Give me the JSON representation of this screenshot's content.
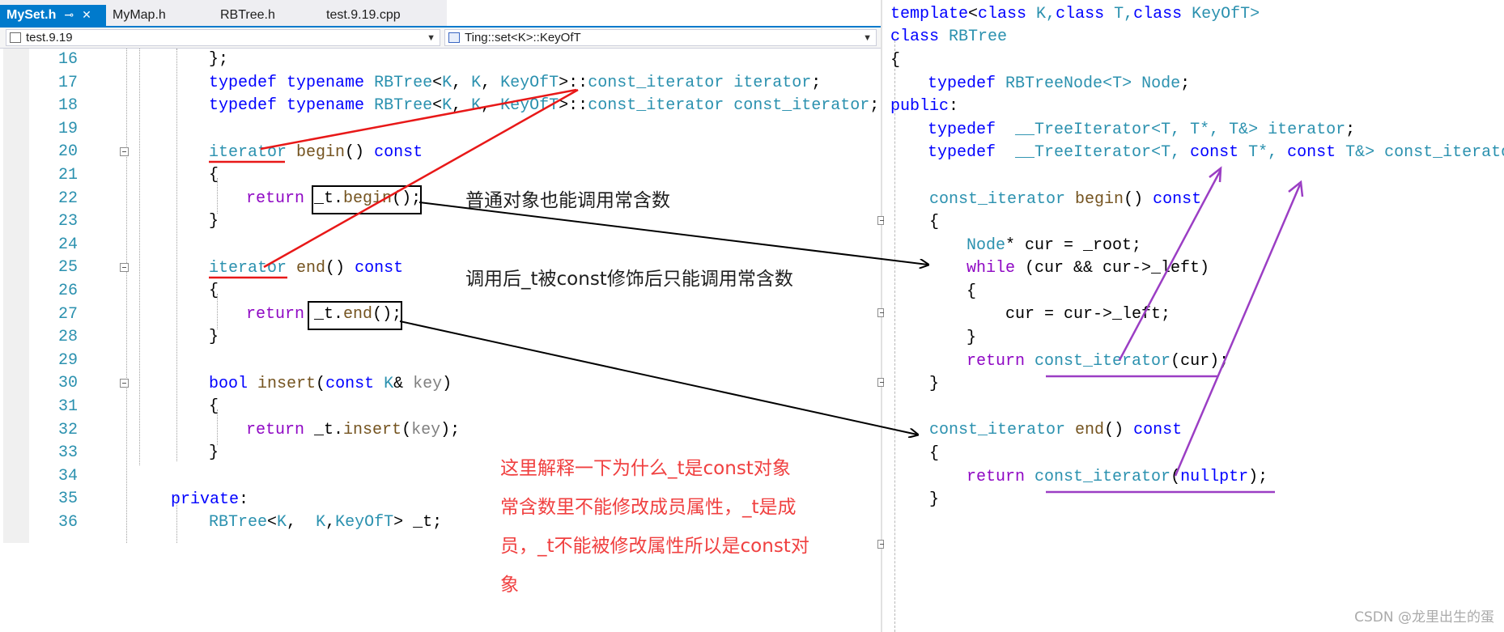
{
  "tabs": [
    {
      "label": "MySet.h",
      "active": true
    },
    {
      "label": "MyMap.h",
      "active": false
    },
    {
      "label": "RBTree.h",
      "active": false
    },
    {
      "label": "test.9.19.cpp",
      "active": false
    }
  ],
  "navbar": {
    "project": "test.9.19",
    "scope": "Ting::set<K>::KeyOfT"
  },
  "left_lines": [
    "16",
    "17",
    "18",
    "19",
    "20",
    "21",
    "22",
    "23",
    "24",
    "25",
    "26",
    "27",
    "28",
    "29",
    "30",
    "31",
    "32",
    "33",
    "34",
    "35",
    "36"
  ],
  "left_code": {
    "l16": "};",
    "l17": [
      "typedef",
      " ",
      "typename",
      " ",
      "RBTree",
      "<",
      "K",
      ", ",
      "K",
      ", ",
      "KeyOfT",
      ">::",
      "const_iterator",
      " ",
      "iterator",
      ";"
    ],
    "l18": [
      "typedef",
      " ",
      "typename",
      " ",
      "RBTree",
      "<",
      "K",
      ", ",
      "K",
      ", ",
      "KeyOfT",
      ">::",
      "const_iterator",
      " ",
      "const_iterator",
      ";"
    ],
    "l20": [
      "iterator",
      " ",
      "begin",
      "() ",
      "const"
    ],
    "l21": "{",
    "l22": [
      "return",
      " ",
      "_t.",
      "begin",
      "();"
    ],
    "l23": "}",
    "l25": [
      "iterator",
      " ",
      "end",
      "() ",
      "const"
    ],
    "l26": "{",
    "l27": [
      "return",
      " ",
      "_t.",
      "end",
      "();"
    ],
    "l28": "}",
    "l30": [
      "bool",
      " ",
      "insert",
      "(",
      "const",
      " ",
      "K",
      "& ",
      "key",
      ")"
    ],
    "l31": "{",
    "l32": [
      "return",
      " ",
      "_t.",
      "insert",
      "(",
      "key",
      ");"
    ],
    "l33": "}",
    "l35": [
      "private",
      ":"
    ],
    "l36": [
      "RBTree",
      "<",
      "K",
      ",  ",
      "K",
      ",",
      "KeyOfT",
      "> ",
      "_t",
      ";"
    ]
  },
  "right_code": {
    "r1": [
      "template",
      "<",
      "class",
      " K,",
      "class",
      " T,",
      "class",
      " KeyOfT>"
    ],
    "r2": [
      "class",
      " RBTree"
    ],
    "r3": "{",
    "r4": [
      "typedef",
      " ",
      "RBTreeNode",
      "<T> ",
      "Node",
      ";"
    ],
    "r5": [
      "public",
      ":"
    ],
    "r6": [
      "typedef",
      "  ",
      "__TreeIterator",
      "<T, T*, T&> ",
      "iterator",
      ";"
    ],
    "r7": [
      "typedef",
      "  ",
      "__TreeIterator",
      "<T, ",
      "const",
      " T*, ",
      "const",
      " T&> ",
      "const_iterator"
    ],
    "r8": [
      "const_iterator",
      " ",
      "begin",
      "() ",
      "const"
    ],
    "r9": "{",
    "r10": [
      "Node",
      "* cur = _root;"
    ],
    "r11": [
      "while",
      " (cur && cur->_left)"
    ],
    "r12": "{",
    "r13": "cur = cur->_left;",
    "r14": "}",
    "r15": [
      "return",
      " ",
      "const_iterator",
      "(cur);"
    ],
    "r16": "}",
    "r17": [
      "const_iterator",
      " ",
      "end",
      "() ",
      "const"
    ],
    "r18": "{",
    "r19": [
      "return",
      " ",
      "const_iterator",
      "(",
      "nullptr",
      ");"
    ],
    "r20": "}"
  },
  "annotations": {
    "note1": "普通对象也能调用常含数",
    "note2": "调用后_t被const修饰后只能调用常含数",
    "note3_lines": [
      "这里解释一下为什么_t是const对象",
      "常含数里不能修改成员属性，_t是成",
      "员，_t不能被修改属性所以是const对",
      "象"
    ]
  },
  "watermark": "CSDN @龙里出生的蛋",
  "colors": {
    "keyword": "#0000ff",
    "type": "#2b91af",
    "function": "#74531f",
    "control": "#8f08c4",
    "accent": "#007acc",
    "red_annotation": "#f04040",
    "purple_annotation": "#9b3ec4"
  }
}
